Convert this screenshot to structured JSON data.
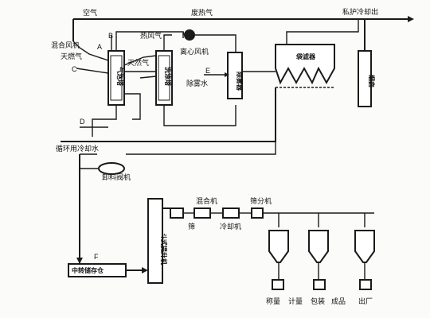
{
  "labels": {
    "air": "空气",
    "exhaust": "废热气",
    "to_boiler": "私护冷却出",
    "mixed_gas": "混合风机",
    "hot_air_b": "天然气",
    "hot_gas": "热风气",
    "natural_gas": "天燃气",
    "spray_tower": "气泡塔",
    "tower_b": "洗涤塔",
    "exhaust_fan": "离心风机",
    "scrubber_water": "除雾水",
    "dust_box": "除雾器",
    "bag_filter": "袋滤器",
    "chimney": "烟囱",
    "cooling_water": "循环用冷却水",
    "pump": "卸料阀机",
    "feeder": "中转储存仓",
    "elevator": "斗式提升机",
    "mixer": "混合机",
    "cooler": "冷却机",
    "sieve": "筛分机",
    "silo_screen": "筛",
    "out1": "称量",
    "out2": "计量",
    "out3": "包装",
    "out4": "成品",
    "out5": "出厂"
  },
  "letters": {
    "a": "A",
    "b": "B",
    "c": "C",
    "d": "D",
    "e": "E",
    "f": "F"
  }
}
